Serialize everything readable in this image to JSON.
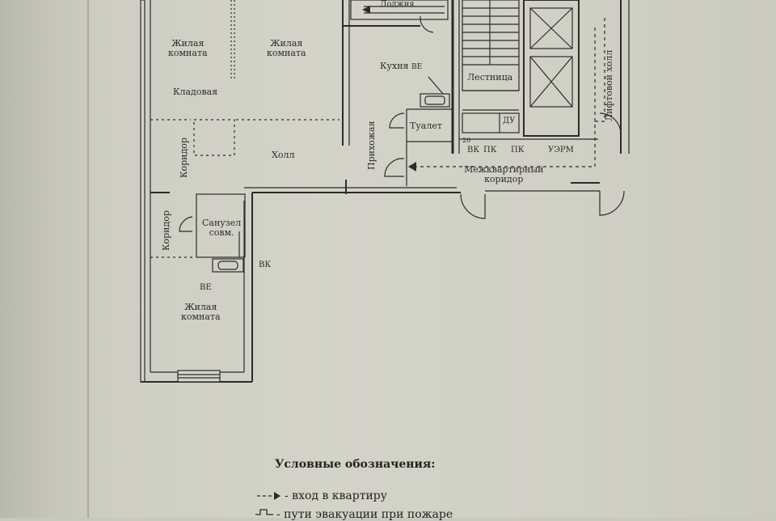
{
  "plan": {
    "rooms": {
      "living_1": "Жилая\nкомната",
      "living_2": "Жилая\nкомната",
      "living_3": "Жилая\nкомната",
      "storage": "Кладовая",
      "corridor_1": "Коридор",
      "corridor_2": "Коридор",
      "hall": "Холл",
      "kitchen": "Кухня",
      "hallway": "Прихожая",
      "toilet": "Туалет",
      "bathroom": "Санузел\nсовм.",
      "staircase": "Лестница",
      "elevator_hall": "Лифтовой холл",
      "loggia": "Лоджия",
      "corridor_common": "Межквартирный\nкоридор"
    },
    "marks": {
      "ve_kitchen": "ВЕ",
      "ve_bath": "ВЕ",
      "vk_bath": "ВК",
      "du": "ДУ",
      "vk": "ВК",
      "pk1": "ПК",
      "pk2": "ПК",
      "uerm": "УЭРМ",
      "num": "20"
    }
  },
  "legend": {
    "title": "Условные обозначения:",
    "entry_symbol": "- вход в квартиру",
    "evac_symbol": "- пути эвакуации при пожаре"
  },
  "colors": {
    "ink": "#2b2b2b",
    "paper": "#d2d1c6"
  }
}
